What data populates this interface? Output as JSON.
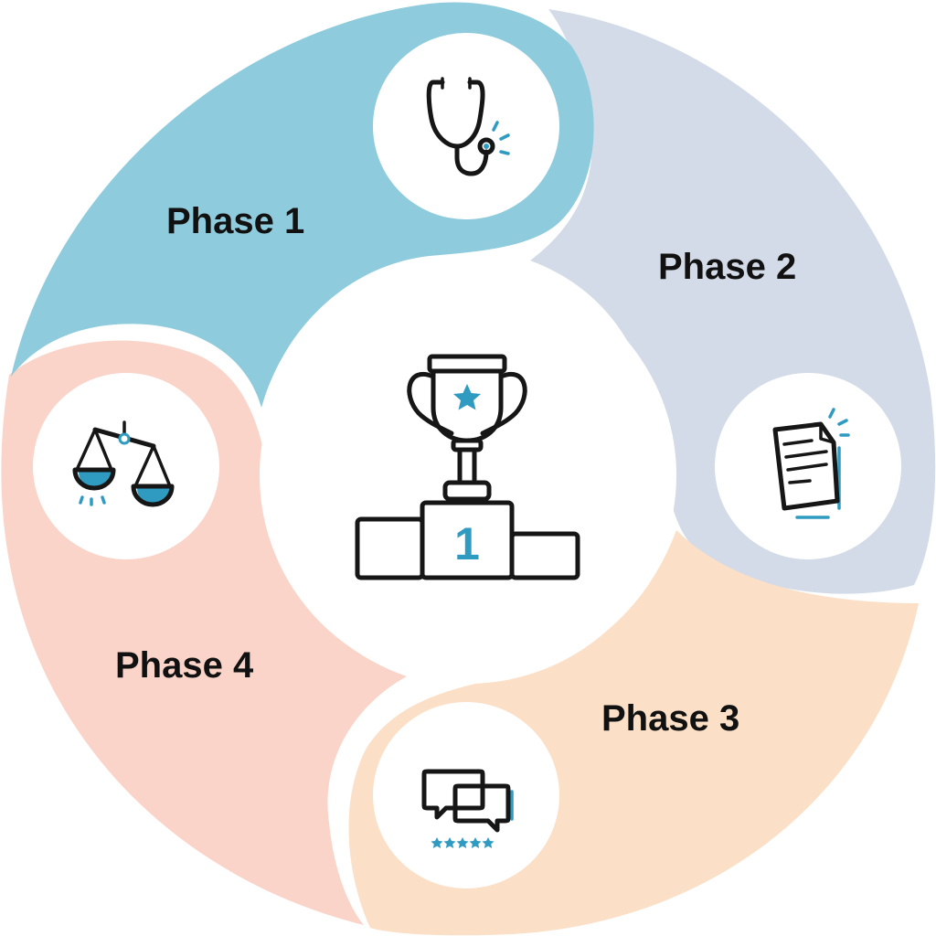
{
  "colors": {
    "phase1": "#8ecbdc",
    "phase2": "#d3dbe8",
    "phase3": "#fbdfc6",
    "phase4": "#fad4c9",
    "accent": "#2f9bc1",
    "ink": "#161616",
    "background": "#ffffff"
  },
  "center": {
    "icon": "trophy-podium-icon",
    "podium_number": "1"
  },
  "phases": [
    {
      "label": "Phase 1",
      "icon": "stethoscope-icon",
      "color": "#8ecbdc"
    },
    {
      "label": "Phase 2",
      "icon": "document-icon",
      "color": "#d3dbe8"
    },
    {
      "label": "Phase 3",
      "icon": "chat-bubbles-rating-icon",
      "color": "#fbdfc6"
    },
    {
      "label": "Phase 4",
      "icon": "balance-scale-icon",
      "color": "#fad4c9"
    }
  ]
}
